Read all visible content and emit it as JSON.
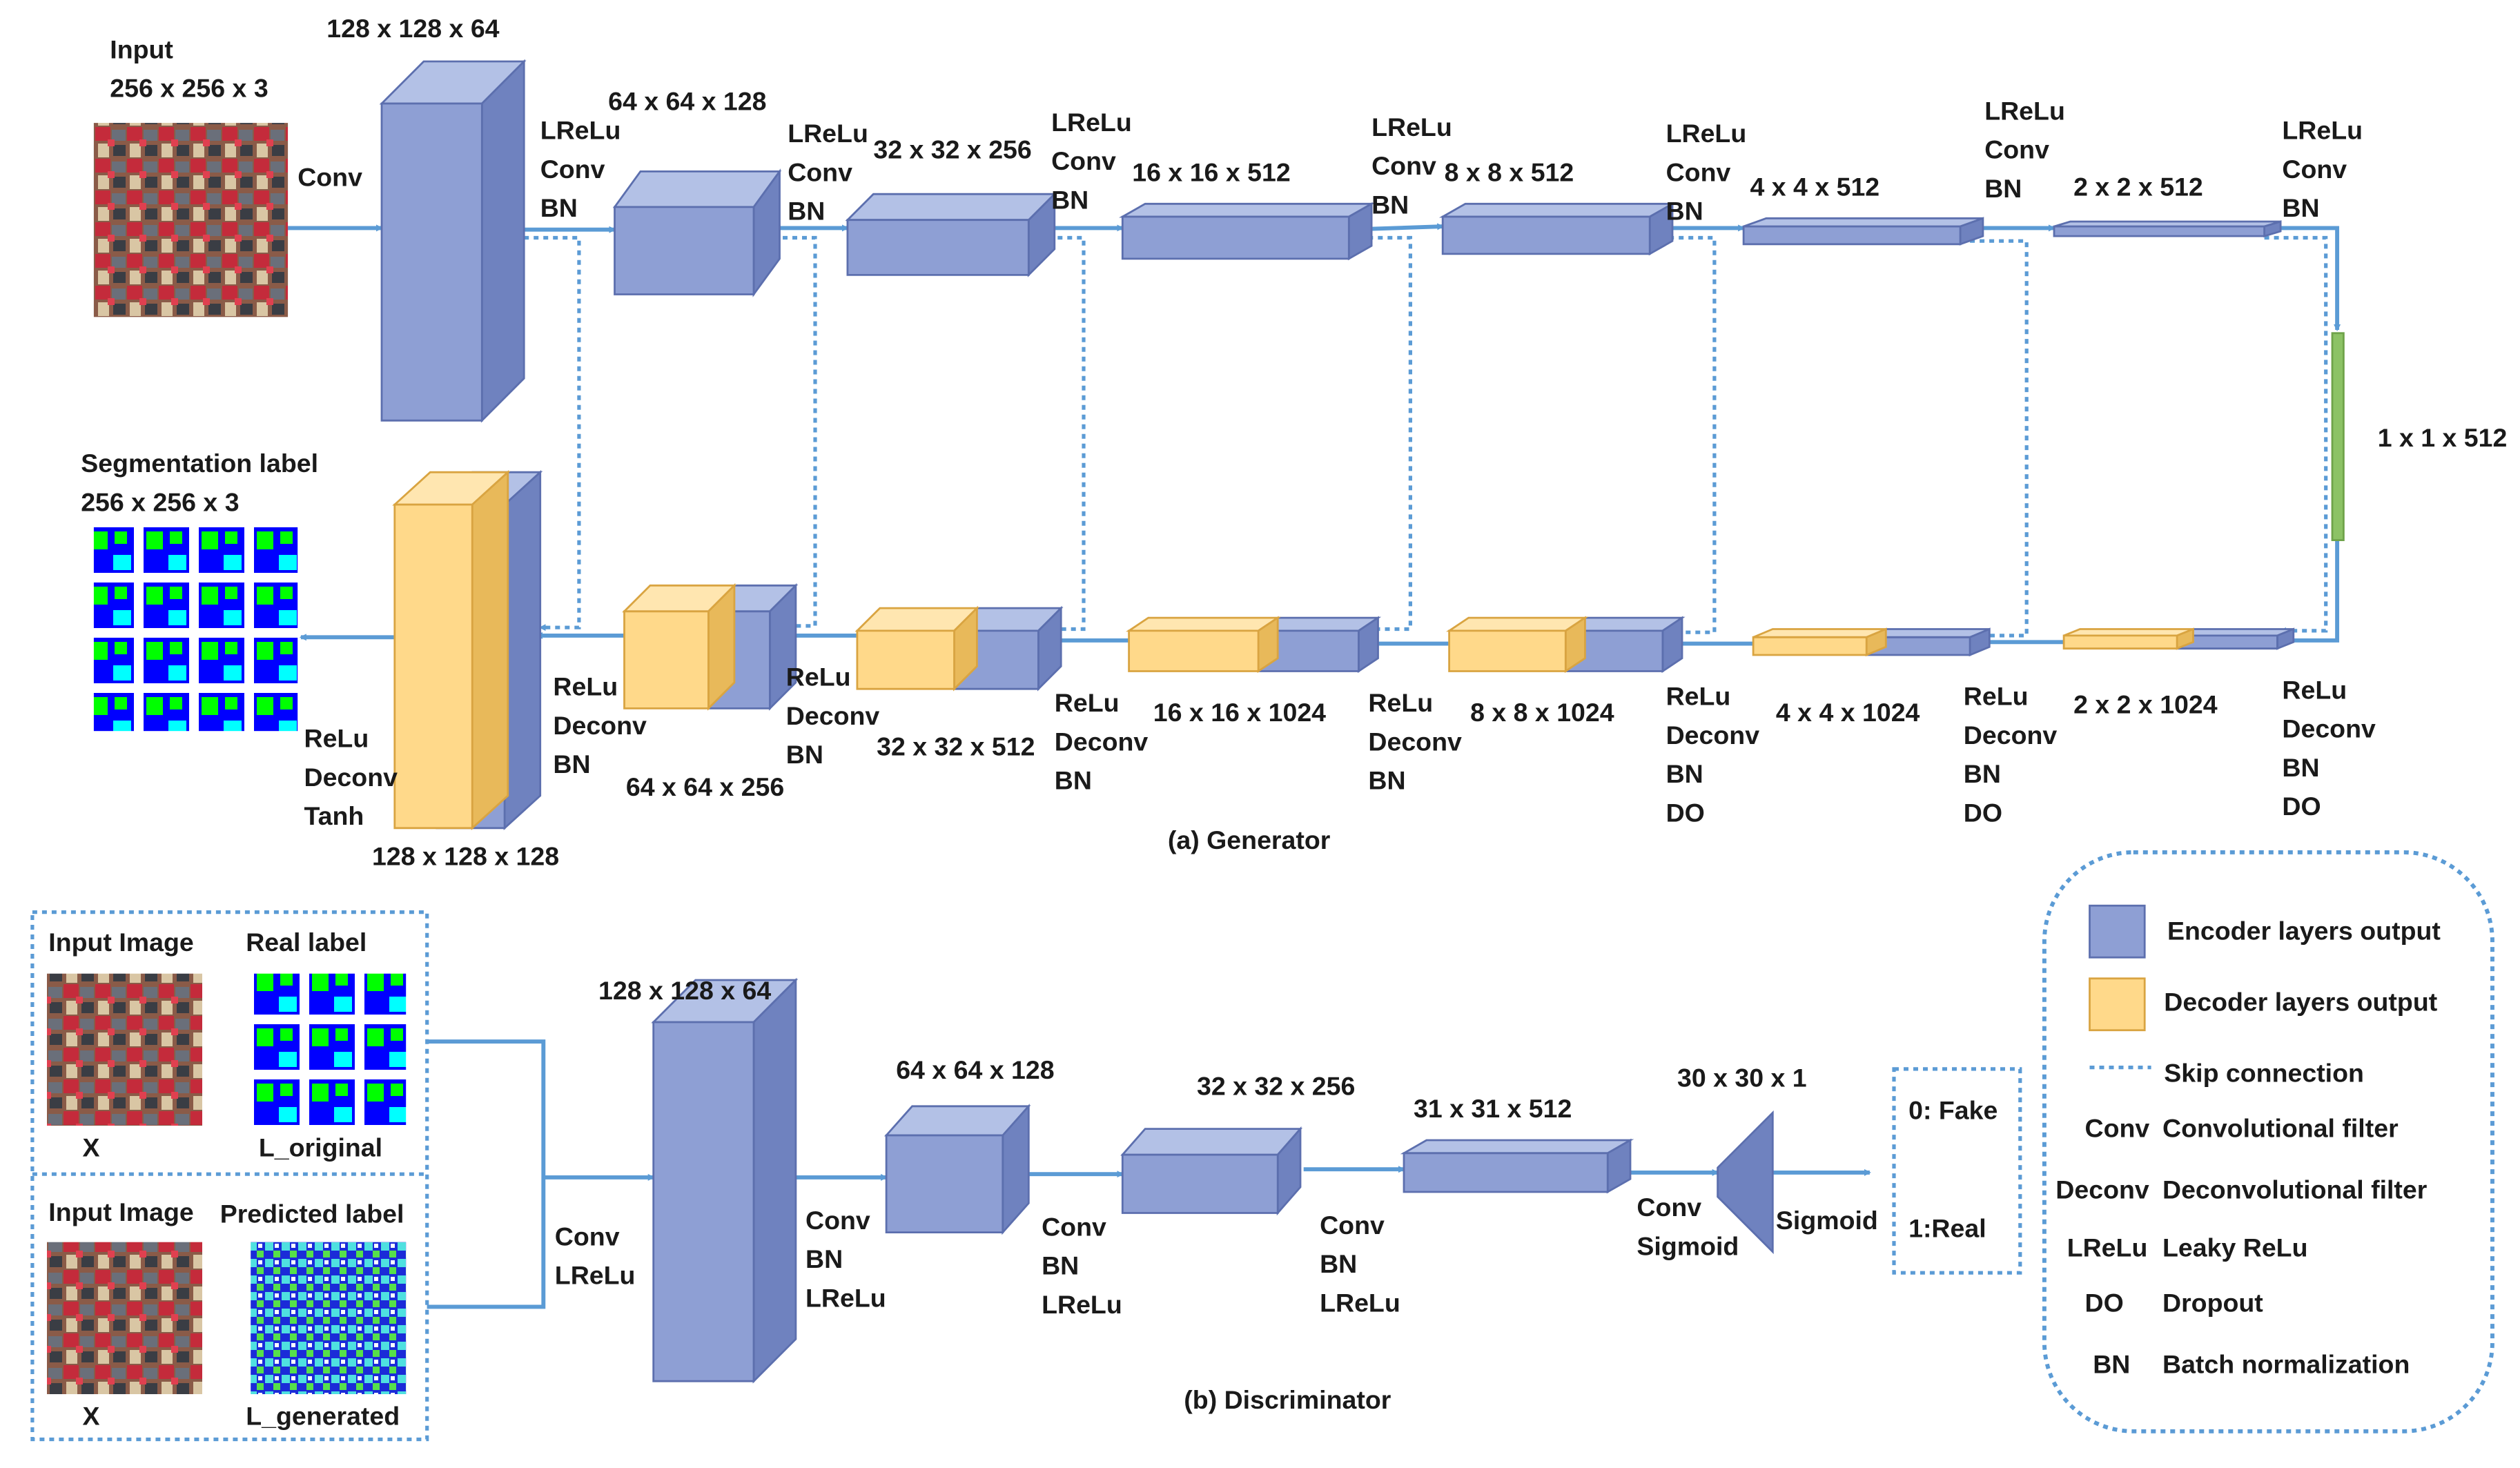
{
  "generator": {
    "caption": "(a) Generator",
    "input_label": [
      "Input",
      "256 x 256 x 3"
    ],
    "output_label": [
      "Segmentation label",
      "256 x 256 x 3"
    ],
    "encoder_blocks": [
      {
        "size": "128 x 128 x 64",
        "ops": [
          "Conv"
        ]
      },
      {
        "size": "64 x 64 x 128",
        "ops": [
          "LReLu",
          "Conv",
          "BN"
        ]
      },
      {
        "size": "32 x 32 x 256",
        "ops": [
          "LReLu",
          "Conv",
          "BN"
        ]
      },
      {
        "size": "16 x 16 x 512",
        "ops": [
          "LReLu",
          "Conv",
          "BN"
        ]
      },
      {
        "size": "8 x 8 x 512",
        "ops": [
          "LReLu",
          "Conv",
          "BN"
        ]
      },
      {
        "size": "4 x 4 x 512",
        "ops": [
          "LReLu",
          "Conv",
          "BN"
        ]
      },
      {
        "size": "2 x 2 x 512",
        "ops": [
          "LReLu",
          "Conv",
          "BN"
        ]
      },
      {
        "size": "",
        "ops": [
          "LReLu",
          "Conv",
          "BN"
        ]
      }
    ],
    "bottleneck": {
      "size": "1 x 1 x 512"
    },
    "decoder_blocks": [
      {
        "size": "2 x 2 x 1024",
        "ops": [
          "ReLu",
          "Deconv",
          "BN",
          "DO"
        ]
      },
      {
        "size": "4 x 4 x 1024",
        "ops": [
          "ReLu",
          "Deconv",
          "BN",
          "DO"
        ]
      },
      {
        "size": "8 x 8 x 1024",
        "ops": [
          "ReLu",
          "Deconv",
          "BN",
          "DO"
        ]
      },
      {
        "size": "16 x 16 x 1024",
        "ops": [
          "ReLu",
          "Deconv",
          "BN"
        ]
      },
      {
        "size": "32 x 32 x 512",
        "ops": [
          "ReLu",
          "Deconv",
          "BN"
        ]
      },
      {
        "size": "64 x 64 x 256",
        "ops": [
          "ReLu",
          "Deconv",
          "BN"
        ]
      },
      {
        "size": "128 x 128 x 128",
        "ops": [
          "ReLu",
          "Deconv",
          "BN"
        ]
      },
      {
        "size": "",
        "ops": [
          "ReLu",
          "Deconv",
          "Tanh"
        ]
      }
    ]
  },
  "discriminator": {
    "caption": "(b) Discriminator",
    "pair_real": {
      "image_label": "Input Image",
      "label_title": "Real label",
      "x_caption": "X",
      "l_caption": "L_original"
    },
    "pair_fake": {
      "image_label": "Input Image",
      "label_title": "Predicted label",
      "x_caption": "X",
      "l_caption": "L_generated"
    },
    "blocks": [
      {
        "size": "128 x 128 x 64",
        "ops": [
          "Conv",
          "LReLu"
        ]
      },
      {
        "size": "64 x 64 x 128",
        "ops": [
          "Conv",
          "BN",
          "LReLu"
        ]
      },
      {
        "size": "32 x 32 x 256",
        "ops": [
          "Conv",
          "BN",
          "LReLu"
        ]
      },
      {
        "size": "31 x 31 x 512",
        "ops": [
          "Conv",
          "BN",
          "LReLu"
        ]
      },
      {
        "size": "30 x 30 x 1",
        "ops": [
          "Conv",
          "Sigmoid"
        ]
      }
    ],
    "final_op": "Sigmoid",
    "outputs": [
      "0: Fake",
      "1:Real"
    ]
  },
  "legend": {
    "encoder": "Encoder layers output",
    "decoder": "Decoder layers output",
    "skip": "Skip connection",
    "abbrevs": [
      {
        "key": "Conv",
        "desc": "Convolutional filter"
      },
      {
        "key": "Deconv",
        "desc": "Deconvolutional filter"
      },
      {
        "key": "LReLu",
        "desc": "Leaky ReLu"
      },
      {
        "key": "DO",
        "desc": "Dropout"
      },
      {
        "key": "BN",
        "desc": "Batch normalization"
      }
    ]
  },
  "colors": {
    "encoder_front": "#8e9fd4",
    "encoder_top": "#b3c1e6",
    "encoder_side": "#6f82bf",
    "decoder_front": "#ffd98a",
    "decoder_top": "#ffe6b0",
    "decoder_side": "#e8b95a",
    "bottleneck": "#8cc265",
    "arrow": "#5b9bd5",
    "skip": "#5b9bd5"
  }
}
